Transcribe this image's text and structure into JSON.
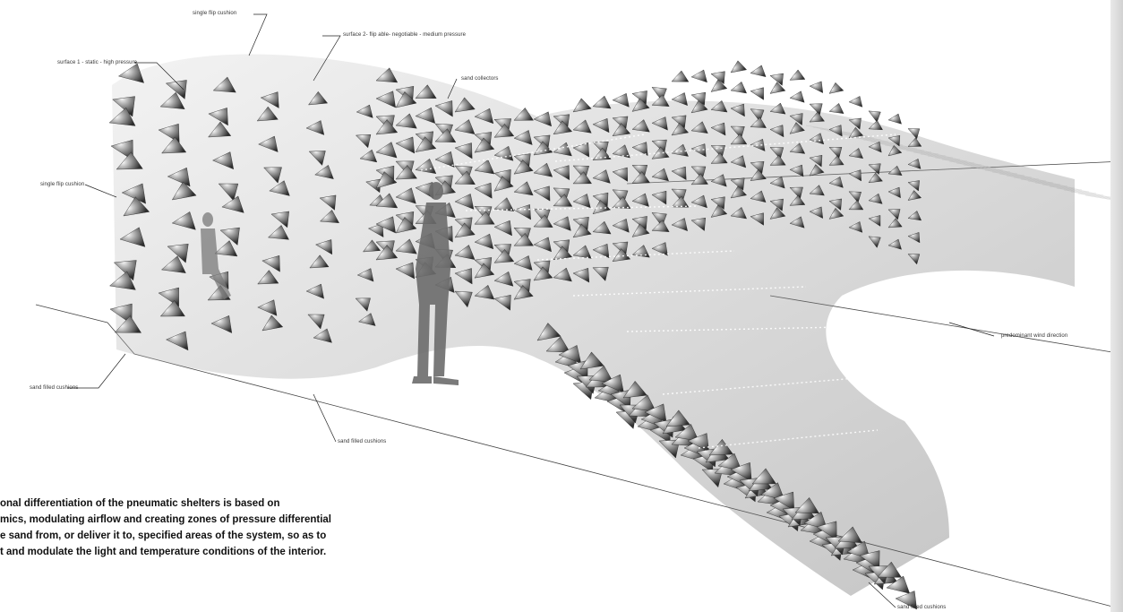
{
  "annotations": {
    "single_flip_top": "single flip cushion",
    "surface_2": "surface 2- flip able- negotiable - medium pressure",
    "surface_1": "surface 1 - static - high pressure",
    "sand_collectors": "sand collectors",
    "single_flip_left": "single flip cushion",
    "wind_direction": "predominant wind direction",
    "sand_filled_left": "sand filled cushions",
    "sand_filled_mid": "sand filled cushions",
    "sand_filled_bottom": "sand filled cushions"
  },
  "caption": {
    "line1": "onal differentiation of the pneumatic shelters is based on",
    "line2": "mics, modulating airflow and creating zones of pressure differential",
    "line3": "e sand from, or deliver it to, specified areas of the system, so as to",
    "line4": "t and modulate the light and temperature conditions of the interior."
  }
}
